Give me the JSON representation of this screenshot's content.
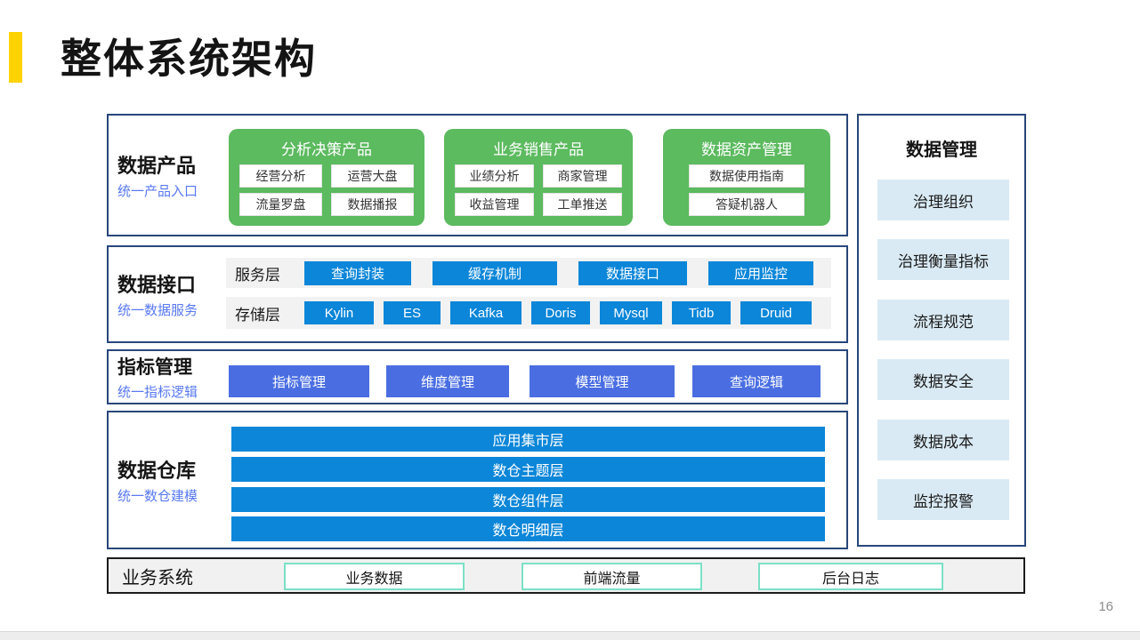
{
  "slide": {
    "title": "整体系统架构",
    "page_number": "16"
  },
  "rows": {
    "data_products": {
      "label": "数据产品",
      "sublabel": "统一产品入口",
      "groups": [
        {
          "title": "分析决策产品",
          "items": [
            "经营分析",
            "运营大盘",
            "流量罗盘",
            "数据播报"
          ]
        },
        {
          "title": "业务销售产品",
          "items": [
            "业绩分析",
            "商家管理",
            "收益管理",
            "工单推送"
          ]
        },
        {
          "title": "数据资产管理",
          "items": [
            "数据使用指南",
            "答疑机器人"
          ]
        }
      ]
    },
    "data_interface": {
      "label": "数据接口",
      "sublabel": "统一数据服务",
      "service": {
        "label": "服务层",
        "items": [
          "查询封装",
          "缓存机制",
          "数据接口",
          "应用监控"
        ]
      },
      "storage": {
        "label": "存储层",
        "items": [
          "Kylin",
          "ES",
          "Kafka",
          "Doris",
          "Mysql",
          "Tidb",
          "Druid"
        ]
      }
    },
    "metric_mgmt": {
      "label": "指标管理",
      "sublabel": "统一指标逻辑",
      "items": [
        "指标管理",
        "维度管理",
        "模型管理",
        "查询逻辑"
      ]
    },
    "data_warehouse": {
      "label": "数据仓库",
      "sublabel": "统一数仓建模",
      "layers": [
        "应用集市层",
        "数仓主题层",
        "数仓组件层",
        "数仓明细层"
      ]
    },
    "business_system": {
      "label": "业务系统",
      "items": [
        "业务数据",
        "前端流量",
        "后台日志"
      ]
    }
  },
  "sidebar": {
    "title": "数据管理",
    "items": [
      "治理组织",
      "治理衡量指标",
      "流程规范",
      "数据安全",
      "数据成本",
      "监控报警"
    ]
  },
  "colors": {
    "accent_yellow": "#FFD301",
    "frame_border": "#27477A",
    "green_group": "#5CBA5F",
    "azure_button": "#0B86D8",
    "indigo_button": "#4A6EE2",
    "sidebar_item_bg": "#D9EAF4",
    "mint_border": "#7CE0C6",
    "sublabel_blue": "#5878F0"
  }
}
